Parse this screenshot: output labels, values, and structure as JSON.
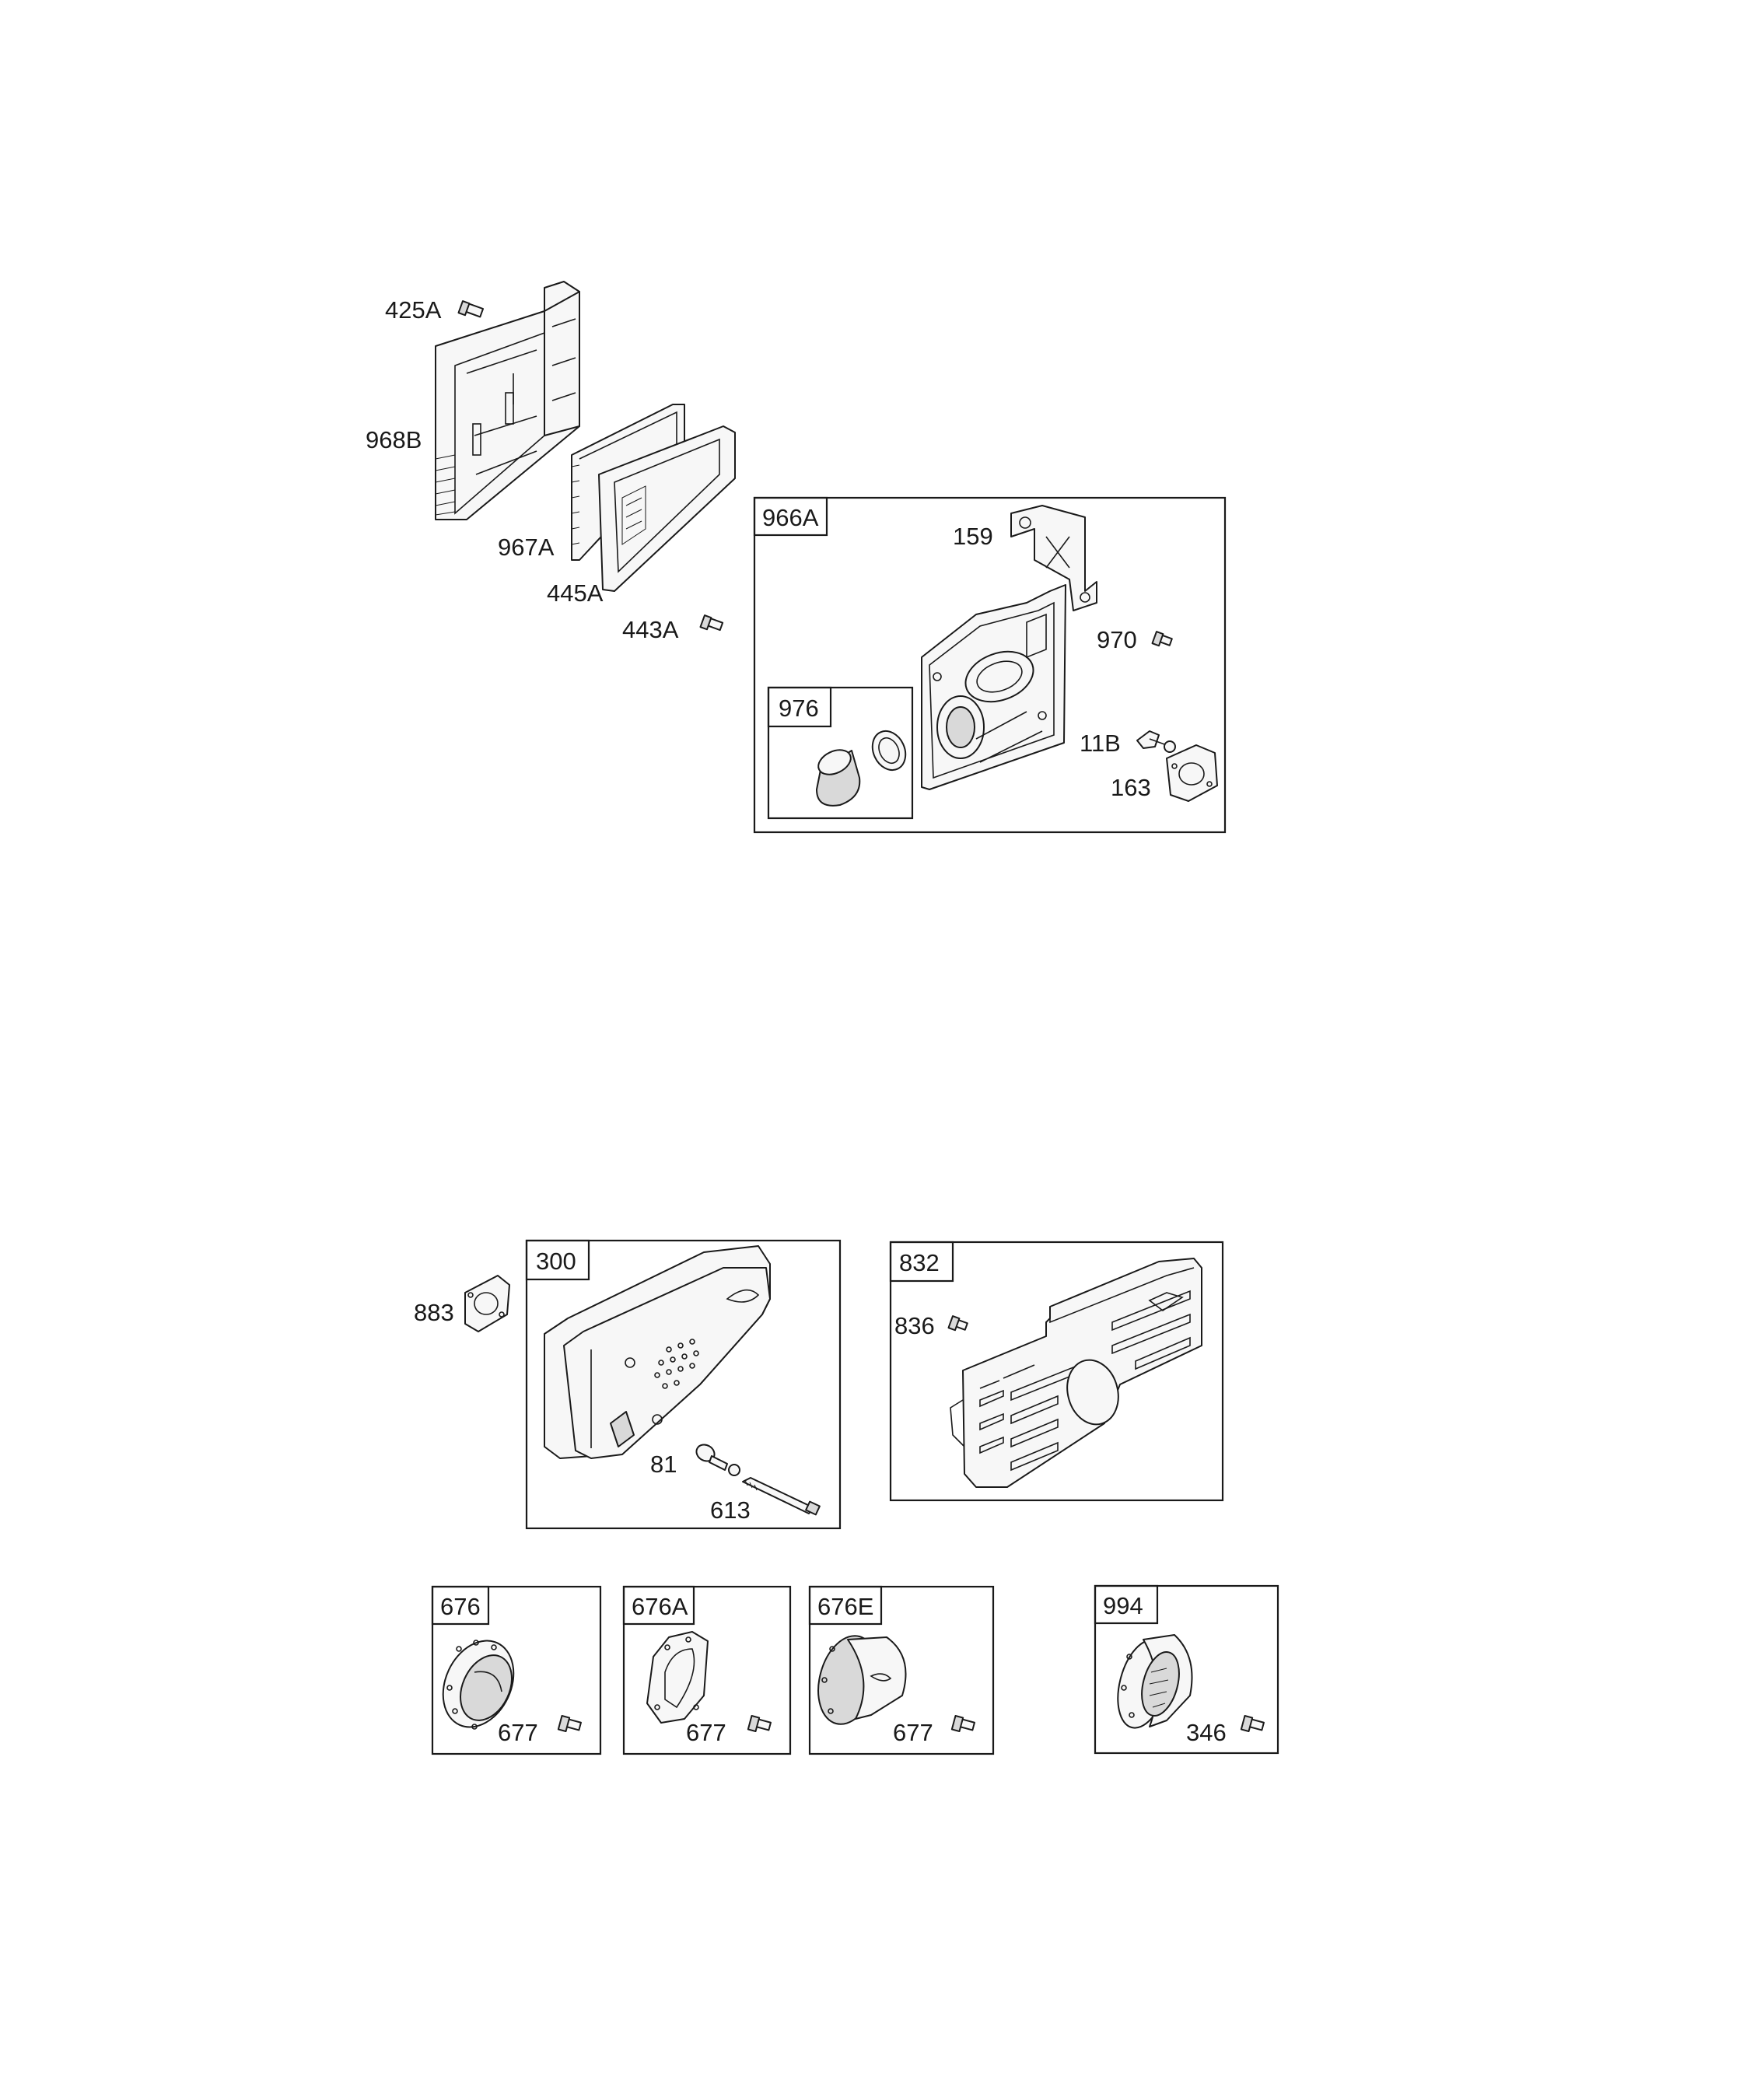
{
  "callouts": {
    "c425A": "425A",
    "c968B": "968B",
    "c967A": "967A",
    "c445A": "445A",
    "c443A": "443A",
    "c159": "159",
    "c970": "970",
    "c11B": "11B",
    "c163": "163",
    "c883": "883",
    "c81": "81",
    "c613": "613",
    "c836": "836",
    "c677a": "677",
    "c677b": "677",
    "c677c": "677",
    "c346": "346"
  },
  "boxes": {
    "b966A": "966A",
    "b976": "976",
    "b300": "300",
    "b832": "832",
    "b676": "676",
    "b676A": "676A",
    "b676E": "676E",
    "b994": "994"
  }
}
